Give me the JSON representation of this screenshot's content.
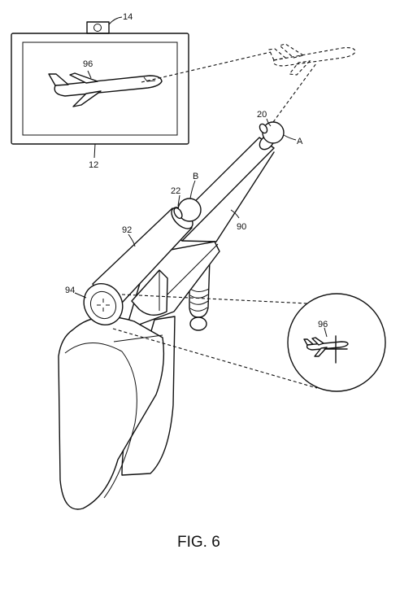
{
  "figure": {
    "caption": "FIG. 6",
    "labels": {
      "camera": "14",
      "display": "12",
      "plane_on_screen": "96",
      "plane_in_scope": "96",
      "sensor_a": "20",
      "sensor_a_letter": "A",
      "sensor_b": "22",
      "sensor_b_letter": "B",
      "scope": "92",
      "rifle": "90",
      "scope_lens": "94"
    }
  }
}
